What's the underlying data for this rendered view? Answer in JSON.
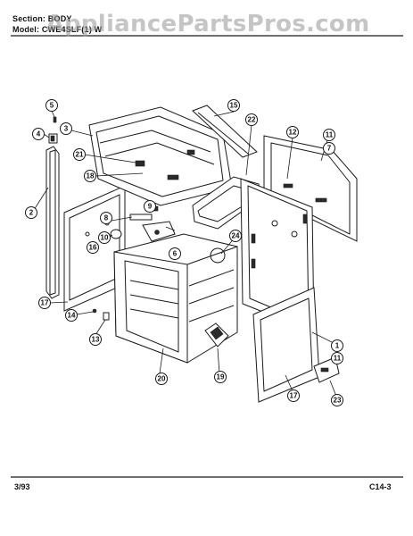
{
  "header": {
    "section": "Section: BODY",
    "model": "Model: CWE4SLF(1) W"
  },
  "watermark": "AppliancePartsPros.com",
  "footer": {
    "date": "3/93",
    "page_code": "C14-3"
  },
  "callouts": [
    "5",
    "4",
    "3",
    "21",
    "18",
    "2",
    "15",
    "22",
    "12",
    "11",
    "7",
    "8",
    "9",
    "10",
    "16",
    "6",
    "24",
    "17",
    "14",
    "13",
    "1",
    "11",
    "20",
    "19",
    "17",
    "23"
  ],
  "colors": {
    "ink": "#1a1a1a",
    "paper": "#ffffff",
    "watermark": "#969696"
  }
}
